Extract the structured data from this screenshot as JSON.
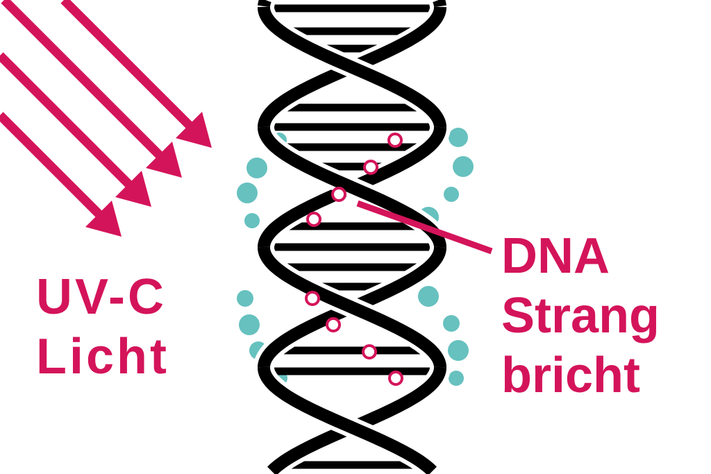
{
  "colors": {
    "accent": "#d4145a",
    "teal": "#66c1bf",
    "strand": "#000000"
  },
  "left_label": {
    "line1": "UV-C",
    "line2": "Licht"
  },
  "right_label": {
    "line1": "DNA",
    "line2": "Strang",
    "line3": "bricht"
  }
}
